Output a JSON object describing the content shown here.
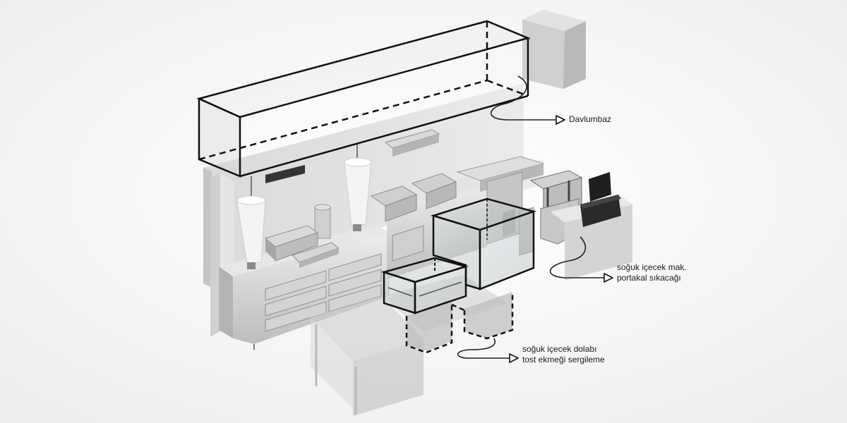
{
  "colors": {
    "background": "#ffffff",
    "metal_light": "#e6e6e6",
    "metal_mid": "#c9c9c9",
    "metal_dark": "#9a9a9a",
    "outline": "#111111"
  },
  "labels": {
    "hood": "Davlumbaz",
    "drink_machine": "soğuk içecek mak.",
    "orange_juicer": "portakal sıkacağı",
    "drink_fridge": "soğuk içecek dolabı",
    "toast_display": "tost ekmeği sergileme"
  },
  "icons": {
    "leader_arrow": "open-triangle-arrow-icon"
  }
}
